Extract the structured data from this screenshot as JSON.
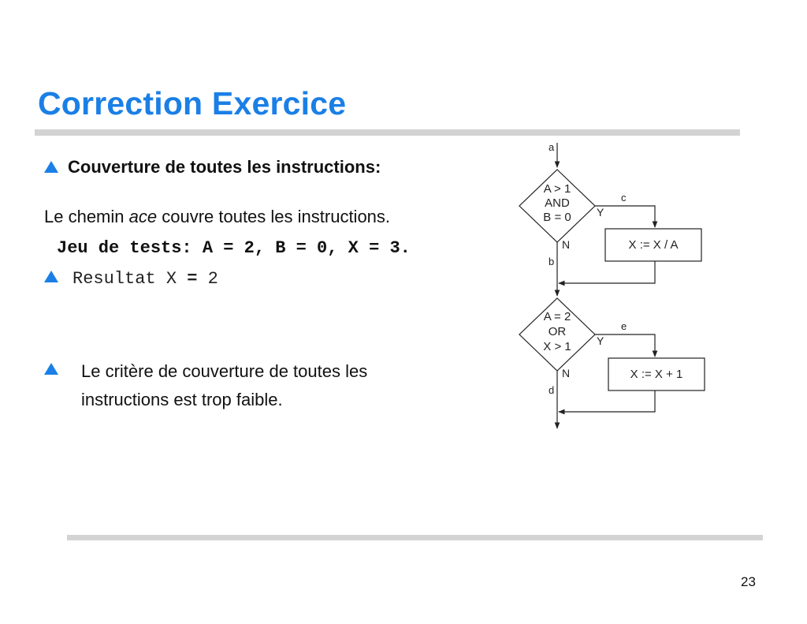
{
  "slide": {
    "title": "Correction Exercice",
    "page_number": "23",
    "accent_color": "#1a7fe6"
  },
  "content": {
    "bullet1": "Couverture de toutes les instructions:",
    "line1_prefix": "Le chemin ",
    "line1_em": "ace",
    "line1_suffix": " couvre toutes les instructions.",
    "tests_line": "Jeu de tests: A = 2, B = 0, X = 3.",
    "result_label": "Resultat X ",
    "result_eq": "=",
    "result_value": " 2",
    "bullet3": "Le critère de couverture de toutes les instructions est trop faible.",
    "bullet_icon": "triangle-bullet-icon"
  },
  "flowchart": {
    "label_a": "a",
    "label_b": "b",
    "label_c": "c",
    "label_d": "d",
    "label_e": "e",
    "decision1": [
      "A > 1",
      "AND",
      "B = 0"
    ],
    "decision2": [
      "A = 2",
      "OR",
      "X > 1"
    ],
    "yes": "Y",
    "no": "N",
    "process1": "X := X / A",
    "process2": "X := X + 1"
  }
}
